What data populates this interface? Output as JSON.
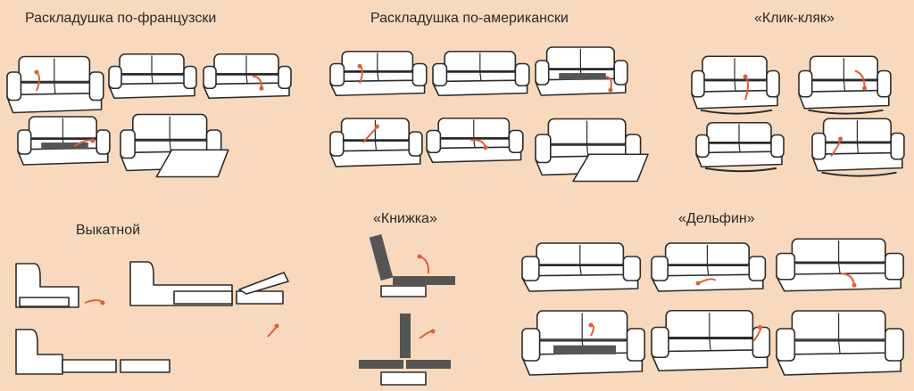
{
  "colors": {
    "background": "#f9d9bd",
    "line": "#2b2b2b",
    "fill": "#ffffff",
    "arrow": "#d9603a",
    "dark": "#555555"
  },
  "sections": {
    "french": {
      "title": "Раскладушка по-французски"
    },
    "american": {
      "title": "Раскладушка по-американски"
    },
    "click": {
      "title": "«Клик-кляк»"
    },
    "rollout": {
      "title": "Выкатной"
    },
    "book": {
      "title": "«Книжка»"
    },
    "dolphin": {
      "title": "«Дельфин»"
    }
  }
}
